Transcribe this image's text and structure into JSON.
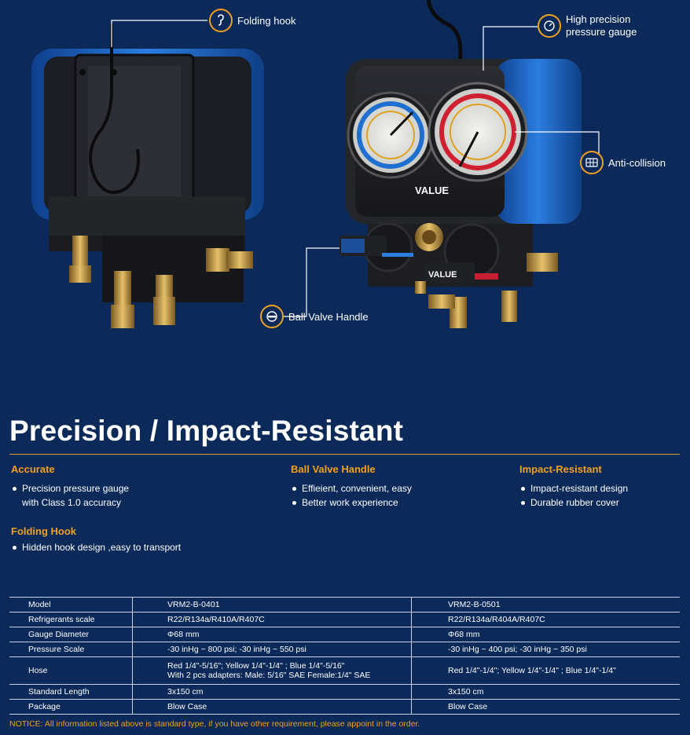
{
  "callouts": {
    "folding_hook": "Folding hook",
    "gauge_line1": "High precision",
    "gauge_line2": "pressure gauge",
    "anti_collision": "Anti-collision",
    "ball_valve": "Ball Valve Handle"
  },
  "product": {
    "brand_gauge": "VALUE",
    "brand_handle": "VALUE"
  },
  "headline": "Precision / Impact-Resistant",
  "features": {
    "accurate": {
      "title": "Accurate",
      "line1": "Precision pressure gauge",
      "line2": "with Class 1.0 accuracy"
    },
    "ball_valve": {
      "title": "Ball Valve Handle",
      "items": [
        "Effieient, convenient, easy",
        "Better work experience"
      ]
    },
    "impact": {
      "title": "Impact-Resistant",
      "items": [
        "Impact-resistant design",
        "Durable rubber cover"
      ]
    },
    "folding": {
      "title": "Folding Hook",
      "items": [
        "Hidden hook design ,easy to transport"
      ]
    }
  },
  "spec_table": {
    "rows": [
      [
        "Model",
        "VRM2-B-0401",
        "VRM2-B-0501"
      ],
      [
        "Refrigerants scale",
        "R22/R134a/R410A/R407C",
        "R22/R134a/R404A/R407C"
      ],
      [
        "Gauge Diameter",
        "Φ68 mm",
        "Φ68 mm"
      ],
      [
        "Pressure Scale",
        "-30 inHg ~ 800 psi; -30 inHg ~ 550 psi",
        "-30 inHg ~ 400 psi; -30 inHg ~ 350 psi"
      ],
      [
        "Standard Length",
        "3x150 cm",
        "3x150 cm"
      ],
      [
        "Package",
        "Blow Case",
        "Blow Case"
      ]
    ],
    "hose": {
      "label": "Hose",
      "a_line1": "Red 1/4\"-5/16\";  Yellow 1/4\"-1/4\" ; Blue 1/4\"-5/16\"",
      "a_line2": "With 2 pcs adapters: Male: 5/16\" SAE  Female:1/4\" SAE",
      "b": "Red 1/4\"-1/4\";  Yellow 1/4\"-1/4\" ; Blue 1/4\"-1/4\""
    }
  },
  "notice": "NOTICE: All information listed above is standard type, if you have other requirement, please appoint in the order.",
  "colors": {
    "background": "#0b2a5a",
    "accent": "#f0a020",
    "body_blue": "#1f6fd0",
    "gauge_red": "#d02030"
  }
}
